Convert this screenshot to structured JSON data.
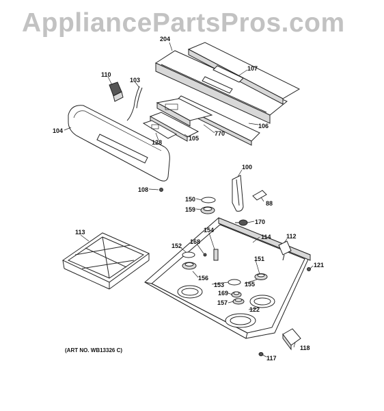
{
  "watermark": "AppliancePartsPros.com",
  "art_number": "(ART NO. WB13326 C)",
  "parts": [
    {
      "id": "204",
      "label": "204"
    },
    {
      "id": "107",
      "label": "107"
    },
    {
      "id": "110",
      "label": "110"
    },
    {
      "id": "103",
      "label": "103"
    },
    {
      "id": "104",
      "label": "104"
    },
    {
      "id": "128",
      "label": "128"
    },
    {
      "id": "105",
      "label": "105"
    },
    {
      "id": "770",
      "label": "770"
    },
    {
      "id": "106",
      "label": "106"
    },
    {
      "id": "108",
      "label": "108"
    },
    {
      "id": "100",
      "label": "100"
    },
    {
      "id": "150",
      "label": "150"
    },
    {
      "id": "88",
      "label": "88"
    },
    {
      "id": "159",
      "label": "159"
    },
    {
      "id": "170",
      "label": "170"
    },
    {
      "id": "113",
      "label": "113"
    },
    {
      "id": "154",
      "label": "154"
    },
    {
      "id": "114",
      "label": "114"
    },
    {
      "id": "112",
      "label": "112"
    },
    {
      "id": "152",
      "label": "152"
    },
    {
      "id": "168",
      "label": "168"
    },
    {
      "id": "151",
      "label": "151"
    },
    {
      "id": "121",
      "label": "121"
    },
    {
      "id": "156",
      "label": "156"
    },
    {
      "id": "153",
      "label": "153"
    },
    {
      "id": "155",
      "label": "155"
    },
    {
      "id": "169",
      "label": "169"
    },
    {
      "id": "157",
      "label": "157"
    },
    {
      "id": "122",
      "label": "122"
    },
    {
      "id": "118",
      "label": "118"
    },
    {
      "id": "117",
      "label": "117"
    }
  ]
}
